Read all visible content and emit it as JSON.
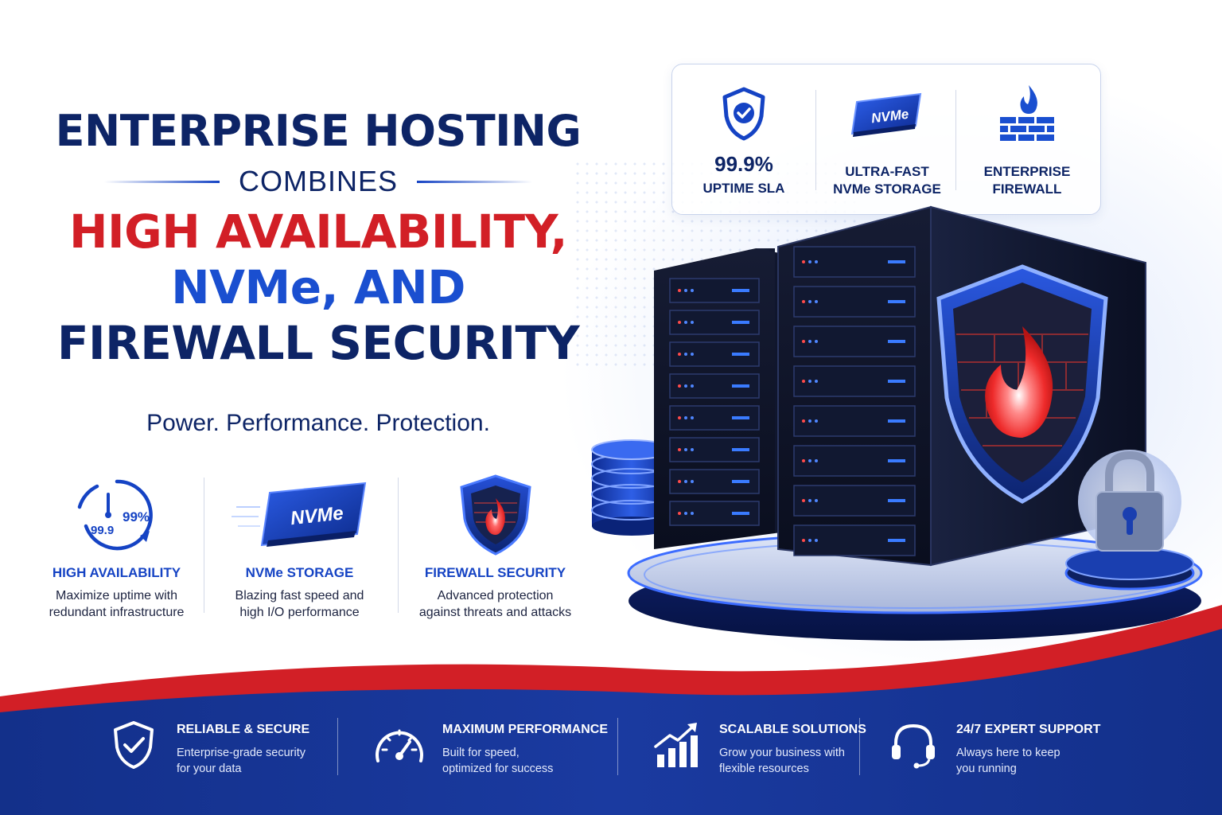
{
  "headline": {
    "line1": "ENTERPRISE HOSTING",
    "line2": "COMBINES",
    "line3": "HIGH AVAILABILITY,",
    "line4": "NVMe, AND",
    "line5": "FIREWALL SECURITY"
  },
  "tagline": "Power. Performance. Protection.",
  "stats": [
    {
      "value": "99.9%",
      "label": "UPTIME SLA",
      "icon": "shield-check-icon"
    },
    {
      "value": "",
      "label_line1": "ULTRA-FAST",
      "label_line2": "NVMe STORAGE",
      "icon": "nvme-drive-icon",
      "icon_text": "NVMe"
    },
    {
      "value": "",
      "label_line1": "ENTERPRISE",
      "label_line2": "FIREWALL",
      "icon": "firewall-icon"
    }
  ],
  "features": [
    {
      "title": "HIGH AVAILABILITY",
      "desc_line1": "Maximize uptime with",
      "desc_line2": "redundant infrastructure",
      "icon": "uptime-gauge-icon",
      "icon_text_a": "99%",
      "icon_text_b": "99.9"
    },
    {
      "title": "NVMe STORAGE",
      "desc_line1": "Blazing fast speed and",
      "desc_line2": "high I/O performance",
      "icon": "nvme-drive-icon",
      "icon_text": "NVMe"
    },
    {
      "title": "FIREWALL SECURITY",
      "desc_line1": "Advanced protection",
      "desc_line2": "against threats and attacks",
      "icon": "firewall-shield-icon"
    }
  ],
  "footer": [
    {
      "title": "RELIABLE & SECURE",
      "desc_line1": "Enterprise-grade security",
      "desc_line2": "for your data",
      "icon": "shield-check-icon"
    },
    {
      "title": "MAXIMUM PERFORMANCE",
      "desc_line1": "Built for speed,",
      "desc_line2": "optimized for success",
      "icon": "speedometer-icon"
    },
    {
      "title": "SCALABLE SOLUTIONS",
      "desc_line1": "Grow your business with",
      "desc_line2": "flexible resources",
      "icon": "growth-chart-icon"
    },
    {
      "title": "24/7 EXPERT SUPPORT",
      "desc_line1": "Always here to keep",
      "desc_line2": "you running",
      "icon": "headset-icon"
    }
  ],
  "colors": {
    "navy": "#0d2466",
    "blue": "#1543c4",
    "red": "#d21f26",
    "footer_bg": "#13308a"
  }
}
